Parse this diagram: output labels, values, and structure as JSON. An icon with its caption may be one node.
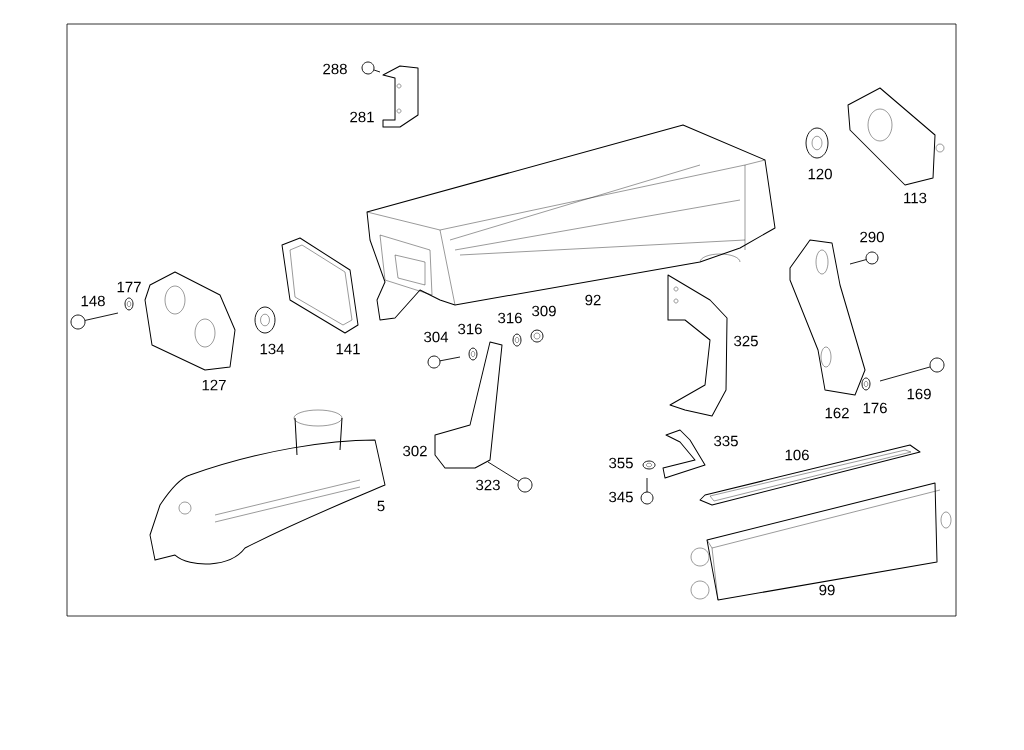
{
  "diagram": {
    "labels": [
      "288",
      "281",
      "120",
      "113",
      "290",
      "177",
      "148",
      "92",
      "309",
      "316",
      "316",
      "304",
      "134",
      "141",
      "325",
      "127",
      "176",
      "169",
      "162",
      "335",
      "302",
      "106",
      "355",
      "323",
      "345",
      "5",
      "99"
    ]
  }
}
